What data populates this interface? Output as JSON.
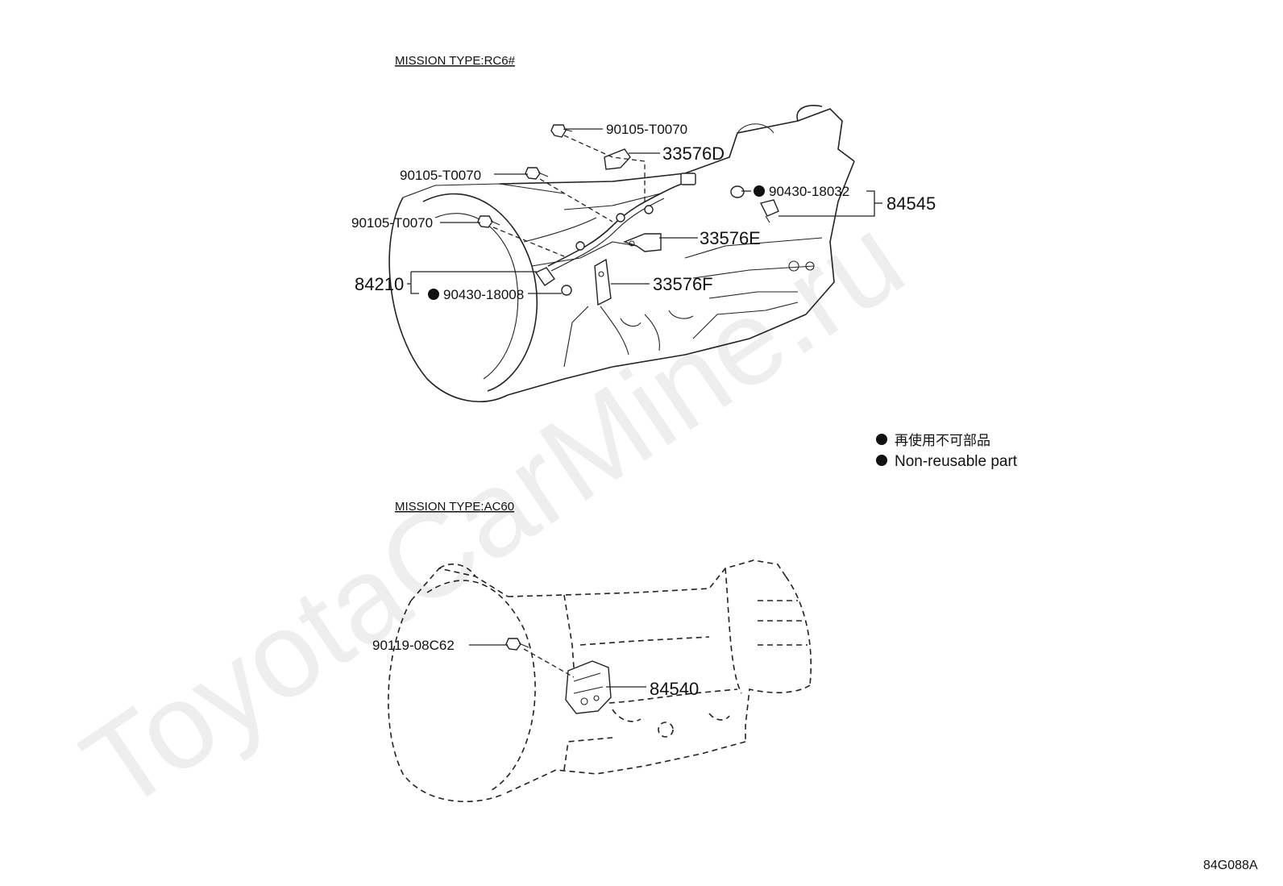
{
  "watermark": "ToyotaCarMine.ru",
  "sections": {
    "rc6": {
      "title": "MISSION TYPE:RC6#",
      "labels": {
        "bolt_top": "90105-T0070",
        "bolt_mid": "90105-T0070",
        "bolt_left": "90105-T0070",
        "bracket_d": "33576D",
        "bracket_e": "33576E",
        "bracket_f": "33576F",
        "sensor_right": "84545",
        "gasket_right": "90430-18032",
        "sensor_left": "84210",
        "gasket_left": "90430-18008"
      }
    },
    "ac60": {
      "title": "MISSION TYPE:AC60",
      "labels": {
        "bolt": "90119-08C62",
        "switch": "84540"
      }
    }
  },
  "legend": {
    "line1": "再使用不可部品",
    "line2": "Non-reusable part"
  },
  "figure_code": "84G088A"
}
